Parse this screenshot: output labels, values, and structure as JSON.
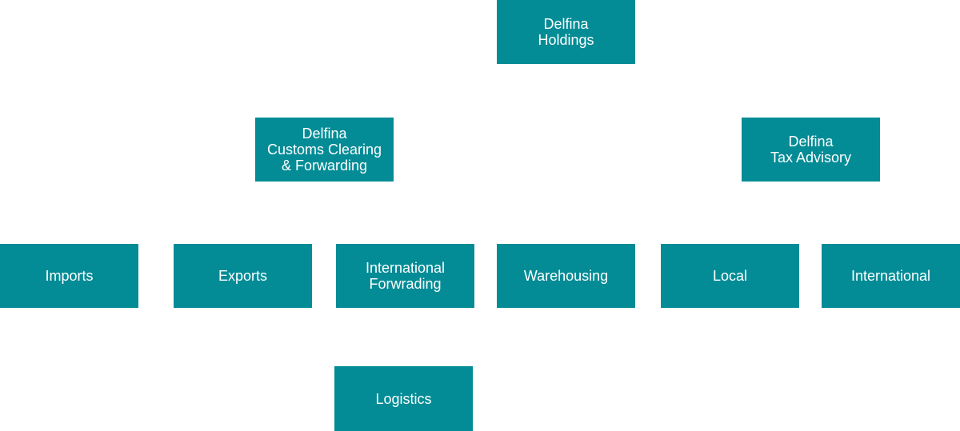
{
  "colors": {
    "node_fill": "#038c96",
    "node_text": "#ffffff",
    "background": "#ffffff"
  },
  "nodes": {
    "holdings": "Delfina\nHoldings",
    "customs": "Delfina\nCustoms Clearing\n& Forwarding",
    "tax": "Delfina\nTax Advisory",
    "imports": "Imports",
    "exports": "Exports",
    "intl_forwarding": "International\nForwrading",
    "warehousing": "Warehousing",
    "local": "Local",
    "international": "International",
    "logistics": "Logistics"
  }
}
